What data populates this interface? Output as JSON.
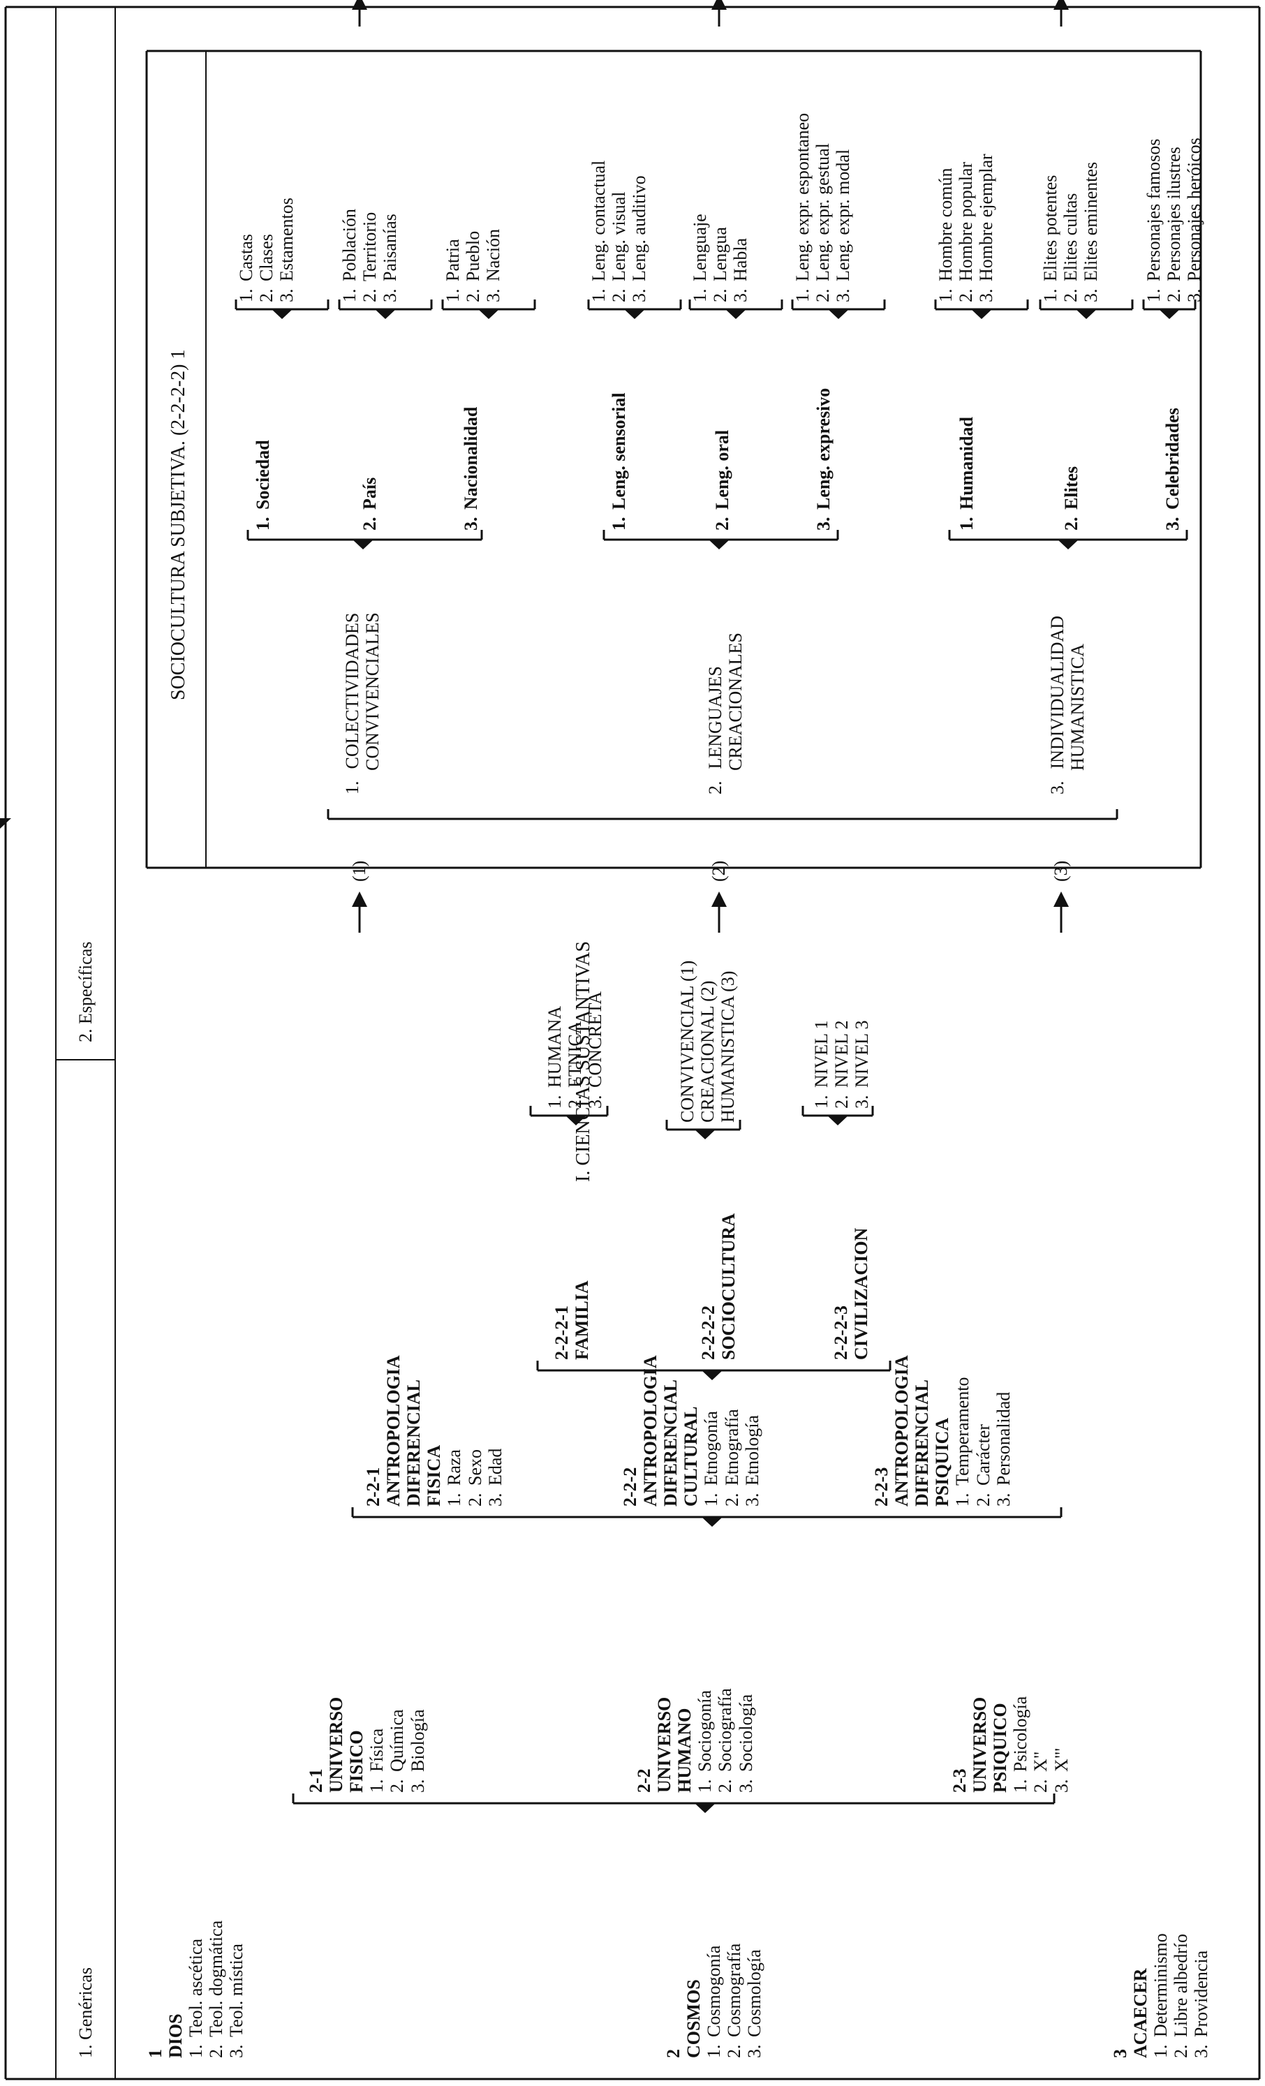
{
  "header": {
    "title": "I.  CIENCIAS SUSTANTIVAS",
    "col1": "1.  Genéricas",
    "col2": "2.  Específicas"
  },
  "genericas": {
    "dios": {
      "num": "1",
      "title": "DIOS",
      "items": [
        "Teol. ascética",
        "Teol. dogmática",
        "Teol. mística"
      ]
    },
    "cosmos": {
      "num": "2",
      "title": "COSMOS",
      "items": [
        "Cosmogonía",
        "Cosmografía",
        "Cosmología"
      ]
    },
    "acaecer": {
      "num": "3",
      "title": "ACAECER",
      "items": [
        "Determinismo",
        "Libre albedrío",
        "Providencia"
      ]
    }
  },
  "universos": [
    {
      "code": "2-1",
      "title1": "UNIVERSO",
      "title2": "FISICO",
      "items": [
        "Física",
        "Química",
        "Biología"
      ]
    },
    {
      "code": "2-2",
      "title1": "UNIVERSO",
      "title2": "HUMANO",
      "items": [
        "Sociogonía",
        "Sociografía",
        "Sociología"
      ]
    },
    {
      "code": "2-3",
      "title1": "UNIVERSO",
      "title2": "PSIQUICO",
      "items": [
        "Psicología",
        "X\"",
        "X\"'"
      ]
    }
  ],
  "antropologias": [
    {
      "code": "2-2-1",
      "l1": "ANTROPOLOGIA",
      "l2": "DIFERENCIAL",
      "l3": "FISICA",
      "items": [
        "Raza",
        "Sexo",
        "Edad"
      ]
    },
    {
      "code": "2-2-2",
      "l1": "ANTROPOLOGIA",
      "l2": "DIFERENCIAL",
      "l3": "CULTURAL",
      "items": [
        "Etnogonía",
        "Etnografía",
        "Etnología"
      ]
    },
    {
      "code": "2-2-3",
      "l1": "ANTROPOLOGIA",
      "l2": "DIFERENCIAL",
      "l3": "PSIQUICA",
      "items": [
        "Temperamento",
        "Carácter",
        "Personalidad"
      ]
    }
  ],
  "subdivisiones": [
    {
      "code": "2-2-2-1",
      "title": "FAMILIA",
      "items": [
        "HUMANA",
        "ETNICA",
        "CONCRETA"
      ]
    },
    {
      "code": "2-2-2-2",
      "title": "SOCIOCULTURA",
      "items": [
        "CONVIVENCIAL  (1)",
        "CREACIONAL  (2)",
        "HUMANISTICA  (3)"
      ]
    },
    {
      "code": "2-2-2-3",
      "title": "CIVILIZACION",
      "items": [
        "NIVEL  1",
        "NIVEL  2",
        "NIVEL  3"
      ]
    }
  ],
  "box": {
    "title": "SOCIOCULTURA   SUBJETIVA.   (2-2-2-2) 1",
    "groups": [
      {
        "marker": "(1)",
        "num": "1.",
        "title1": "COLECTIVIDADES",
        "title2": "CONVIVENCIALES",
        "subs": [
          {
            "num": "1.",
            "name": "Sociedad",
            "items": [
              "Castas",
              "Clases",
              "Estamentos"
            ]
          },
          {
            "num": "2.",
            "name": "País",
            "items": [
              "Población",
              "Territorio",
              "Paisanías"
            ]
          },
          {
            "num": "3.",
            "name": "Nacionalidad",
            "items": [
              "Patria",
              "Pueblo",
              "Nación"
            ]
          }
        ]
      },
      {
        "marker": "(2)",
        "num": "2.",
        "title1": "LENGUAJES",
        "title2": "CREACIONALES",
        "subs": [
          {
            "num": "1.",
            "name": "Leng. sensorial",
            "items": [
              "Leng. contactual",
              "Leng. visual",
              "Leng. auditivo"
            ]
          },
          {
            "num": "2.",
            "name": "Leng. oral",
            "items": [
              "Lenguaje",
              "Lengua",
              "Habla"
            ]
          },
          {
            "num": "3.",
            "name": "Leng. expresivo",
            "items": [
              "Leng. expr. espontaneo",
              "Leng. expr. gestual",
              "Leng. expr. modal"
            ]
          }
        ]
      },
      {
        "marker": "(3)",
        "num": "3.",
        "title1": "INDIVIDUALIDAD",
        "title2": "HUMANISTICA",
        "subs": [
          {
            "num": "1.",
            "name": "Humanidad",
            "items": [
              "Hombre común",
              "Hombre popular",
              "Hombre ejemplar"
            ]
          },
          {
            "num": "2.",
            "name": "Elites",
            "items": [
              "Elites potentes",
              "Elites cultas",
              "Elites eminentes"
            ]
          },
          {
            "num": "3.",
            "name": "Celebridades",
            "items": [
              "Personajes famosos",
              "Personajes ilustres",
              "Personajes heróicos"
            ]
          }
        ]
      }
    ]
  },
  "item_numbers": [
    "1.",
    "2.",
    "3."
  ]
}
